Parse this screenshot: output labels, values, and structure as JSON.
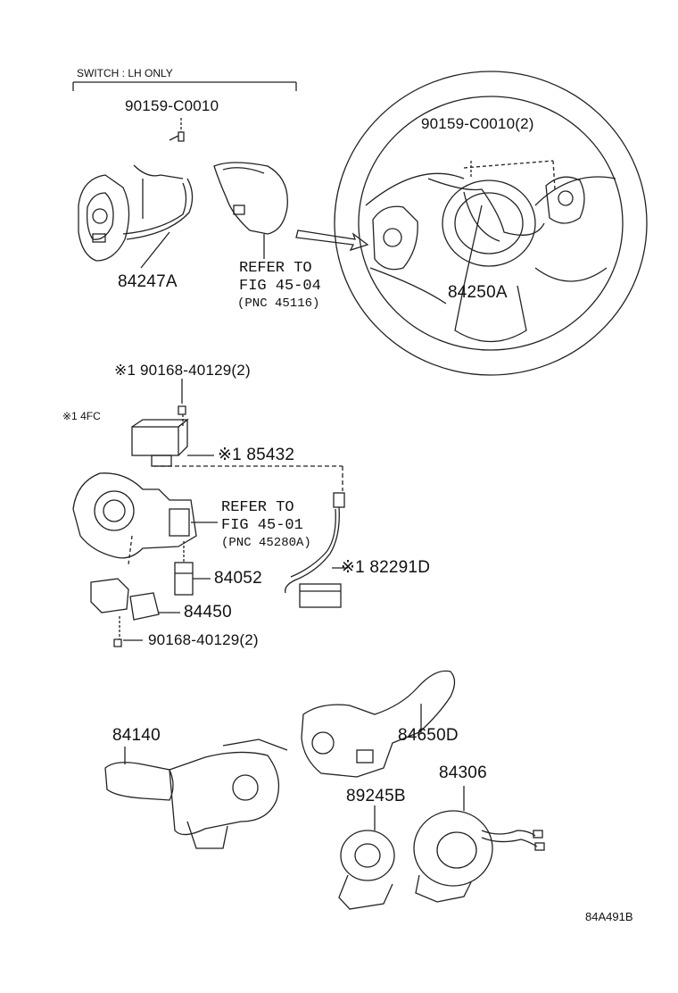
{
  "diagram": {
    "note_top": "SWITCH : LH ONLY",
    "note_4fc": "※1 4FC",
    "parts": {
      "p90159_left": "90159-C0010",
      "p84247A": "84247A",
      "refer1_line1": "REFER TO",
      "refer1_line2": "FIG 45-04",
      "refer1_pnc": "(PNC 45116)",
      "p90159_right": "90159-C0010(2)",
      "p84250A": "84250A",
      "p90168_top": "※1 90168-40129(2)",
      "p85432": "※1 85432",
      "refer2_line1": "REFER TO",
      "refer2_line2": "FIG 45-01",
      "refer2_pnc": "(PNC 45280A)",
      "p84052": "84052",
      "p82291D": "※1 82291D",
      "p84450": "84450",
      "p90168_bottom": "90168-40129(2)",
      "p84140": "84140",
      "p84650D": "84650D",
      "p84306": "84306",
      "p89245B": "89245B"
    },
    "illustration_code": "84A491B"
  }
}
